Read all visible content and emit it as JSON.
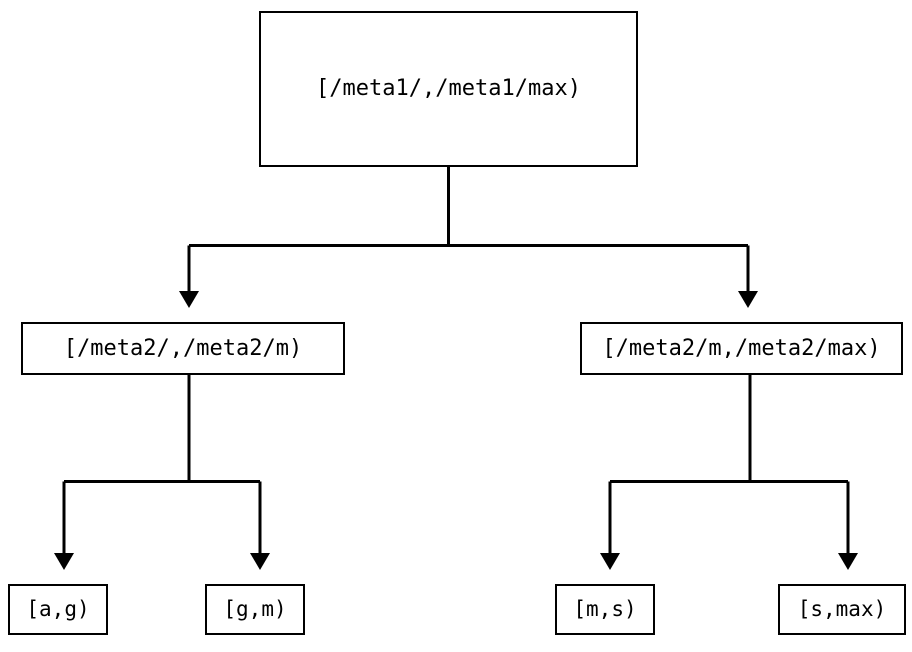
{
  "diagram": {
    "title": "interval-partition-tree",
    "type": "tree",
    "background_color": "#ffffff",
    "line_color": "#000000",
    "node_fill": "#ffffff",
    "edge_style": "orthogonal-with-arrowheads",
    "arrowhead": "filled-triangle-down",
    "nodes": {
      "root": {
        "label": "[/meta1/,/meta1/max)",
        "level": 0
      },
      "mid_left": {
        "label": "[/meta2/,/meta2/m)",
        "level": 1
      },
      "mid_right": {
        "label": "[/meta2/m,/meta2/max)",
        "level": 1
      },
      "leaf_1": {
        "label": "[a,g)",
        "level": 2
      },
      "leaf_2": {
        "label": "[g,m)",
        "level": 2
      },
      "leaf_3": {
        "label": "[m,s)",
        "level": 2
      },
      "leaf_4": {
        "label": "[s,max)",
        "level": 2
      }
    },
    "edges": [
      {
        "from": "root",
        "to": "mid_left"
      },
      {
        "from": "root",
        "to": "mid_right"
      },
      {
        "from": "mid_left",
        "to": "leaf_1"
      },
      {
        "from": "mid_left",
        "to": "leaf_2"
      },
      {
        "from": "mid_right",
        "to": "leaf_3"
      },
      {
        "from": "mid_right",
        "to": "leaf_4"
      }
    ]
  }
}
